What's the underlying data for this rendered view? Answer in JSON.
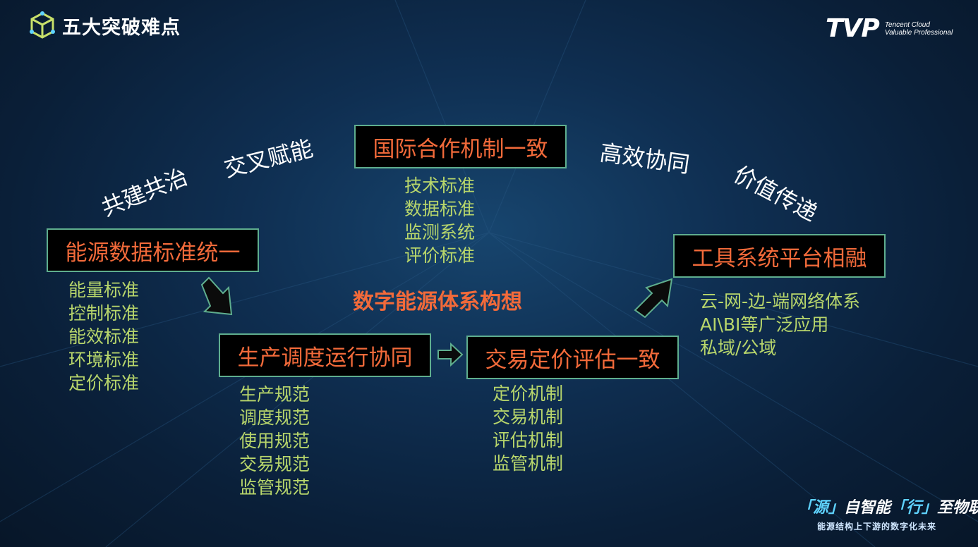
{
  "header": {
    "title": "五大突破难点",
    "icon": "cube-icon"
  },
  "tvp": {
    "mark": "TVP",
    "line1": "Tencent Cloud",
    "line2": "Valuable Professional"
  },
  "arc_labels": {
    "a": "共建共治",
    "b": "交叉赋能",
    "c": "高效协同",
    "d": "价值传递"
  },
  "center_title": "数字能源体系构想",
  "nodes": {
    "energy": {
      "label": "能源数据标准统一",
      "items": [
        "能量标准",
        "控制标准",
        "能效标准",
        "环境标准",
        "定价标准"
      ]
    },
    "intl": {
      "label": "国际合作机制一致",
      "items": [
        "技术标准",
        "数据标准",
        "监测系统",
        "评价标准"
      ]
    },
    "production": {
      "label": "生产调度运行协同",
      "items": [
        "生产规范",
        "调度规范",
        "使用规范",
        "交易规范",
        "监管规范"
      ]
    },
    "trade": {
      "label": "交易定价评估一致",
      "items": [
        "定价机制",
        "交易机制",
        "评估机制",
        "监管机制"
      ]
    },
    "tools": {
      "label": "工具系统平台相融",
      "items": [
        "云-网-边-端网络体系",
        "AI\\BI等广泛应用",
        "私域/公域"
      ]
    }
  },
  "footer": {
    "q1": "「源」",
    "t1": "自智能",
    "q2": "「行」",
    "t2": "至物联",
    "subtitle": "能源结构上下游的数字化未来"
  },
  "colors": {
    "box_border": "#5fae8e",
    "box_text": "#f26a3a",
    "list_text": "#b8d66b",
    "arrow_fill": "#0b0b0b",
    "arrow_stroke": "#5fae8e"
  }
}
